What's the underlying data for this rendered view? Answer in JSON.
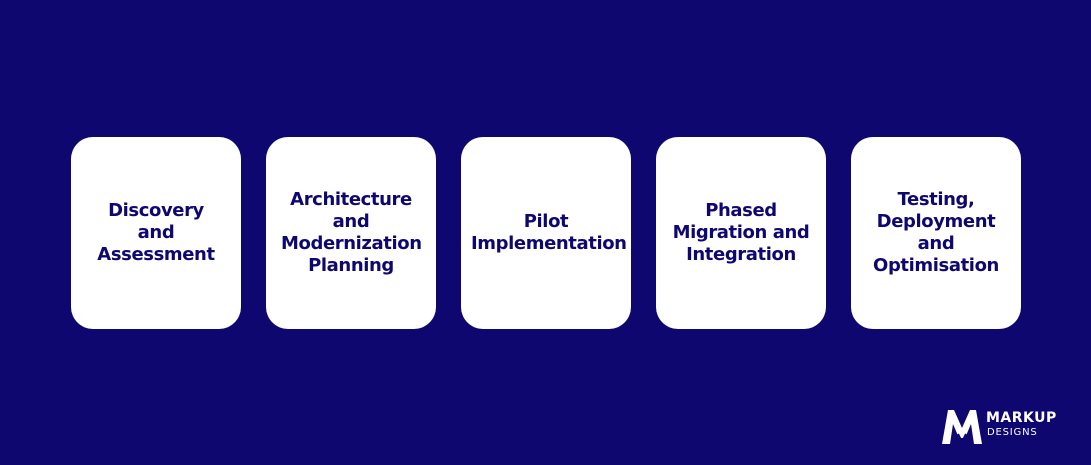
{
  "colors": {
    "background": "#0f0770",
    "card": "#ffffff",
    "card_text": "#0f0770"
  },
  "steps": [
    {
      "label": "Discovery and Assessment"
    },
    {
      "label": "Architecture and Modernization Planning"
    },
    {
      "label": "Pilot Implementation"
    },
    {
      "label": "Phased Migration and Integration"
    },
    {
      "label": "Testing, Deployment and Optimisation"
    }
  ],
  "logo": {
    "name": "MARKUP",
    "tagline": "DESIGNS",
    "icon": "m-logo-icon"
  }
}
